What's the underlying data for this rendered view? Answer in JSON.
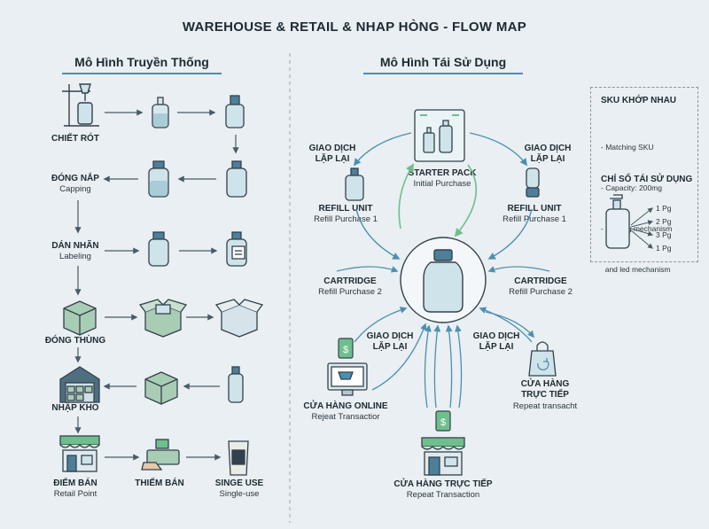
{
  "title": "WAREHOUSE & RETAIL & NHAP HÒNG - FLOW MAP",
  "left": {
    "heading": "Mô Hình Truyền Thống",
    "steps": {
      "chiet_rot": {
        "label": "CHIẾT RÓT"
      },
      "dong_nap": {
        "label": "ĐÓNG NẮP",
        "sub": "Capping"
      },
      "dan_nhan": {
        "label": "DÁN NHÃN",
        "sub": "Labeling"
      },
      "dong_thung": {
        "label": "ĐÓNG THÙNG"
      },
      "nhap_kho": {
        "label": "NHẬP KHO"
      },
      "diem_ban": {
        "label": "ĐIỂM BÁN",
        "sub": "Retail Point"
      },
      "thiem_ban": {
        "label": "THIẾM BÁN"
      },
      "single_use": {
        "label": "SINGE USE",
        "sub": "Single-use"
      }
    }
  },
  "right": {
    "heading": "Mô Hình Tái Sử Dụng",
    "starter": {
      "label": "STARTER PACK",
      "sub": "Initial Purchase"
    },
    "refill_left": {
      "top": "GIAO DỊCH\nLẶP LẠI",
      "label": "REFILL UNIT",
      "sub": "Refill Purchase 1"
    },
    "refill_right": {
      "top": "GIAO DỊCH\nLẶP LẠI",
      "label": "REFILL UNIT",
      "sub": "Refill Purchase 1"
    },
    "cartridge_left": {
      "label": "CARTRIDGE",
      "sub": "Refill Purchase 2"
    },
    "cartridge_right": {
      "label": "CARTRIDGE",
      "sub": "Refill Purchase 2"
    },
    "repeat_left": "GIAO DỊCH\nLẶP LẠI",
    "repeat_right": "GIAO DỊCH\nLẶP LẠI",
    "online": {
      "label": "CỬA HÀNG ONLINE",
      "sub": "Rejeat Transactior"
    },
    "store_right": {
      "label": "CỬA HÀNG\nTRỰC TIẾP",
      "sub": "Repeat transacht"
    },
    "store_bottom": {
      "label": "CỬA HÀNG TRỰC TIẾP",
      "sub": "Repeat Transaction"
    }
  },
  "sidebar": {
    "sku_title": "SKU KHỚP NHAU",
    "sku_items": [
      "- Matching SKU",
      "- Capacity: 200mg",
      "- Locking mechanism",
      "  and led mechanism"
    ],
    "reuse_title": "CHỈ SỐ TÁI SỬ DỤNG",
    "reuse_items": [
      "1 Pg",
      "2 Pg",
      "3 Pg",
      "1 Pg"
    ]
  },
  "colors": {
    "accent": "#4d8fb0",
    "green": "#6fbf8e",
    "bottle": "#cfe3ea",
    "stroke": "#33414c",
    "green_fill": "#c9e6d2"
  }
}
